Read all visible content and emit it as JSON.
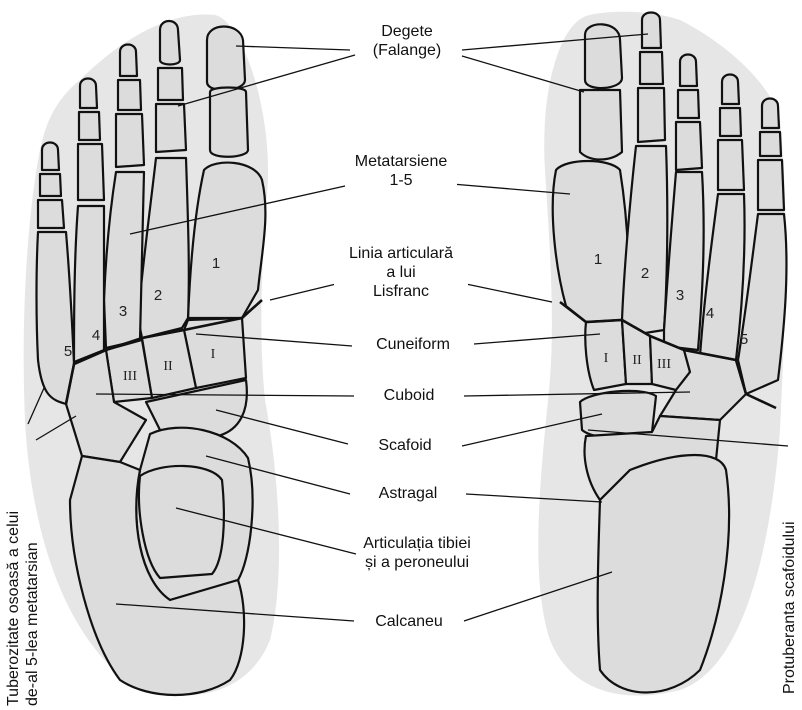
{
  "labels": {
    "degete_line1": "Degete",
    "degete_line2": "(Falange)",
    "metatarsiene_line1": "Metatarsiene",
    "metatarsiene_line2": "1-5",
    "lisfranc_line1": "Linia articulară",
    "lisfranc_line2": "a lui",
    "lisfranc_line3": "Lisfranc",
    "cuneiform": "Cuneiform",
    "cuboid": "Cuboid",
    "scafoid": "Scafoid",
    "astragal": "Astragal",
    "articulatia_line1": "Articulația tibiei",
    "articulatia_line2": "și a peroneului",
    "calcaneu": "Calcaneu",
    "tuberozitate_line1": "Tuberozitate osoasă a celui",
    "tuberozitate_line2": "de-al 5-lea metatarsian",
    "protuberanta": "Protuberanta scafoidului"
  },
  "bone_numbers": {
    "left_metatarsals": [
      "1",
      "2",
      "3",
      "4",
      "5"
    ],
    "left_cuneiforms": [
      "I",
      "II",
      "III"
    ],
    "right_metatarsals": [
      "1",
      "2",
      "3",
      "4",
      "5"
    ],
    "right_cuneiforms": [
      "I",
      "II",
      "III"
    ]
  }
}
